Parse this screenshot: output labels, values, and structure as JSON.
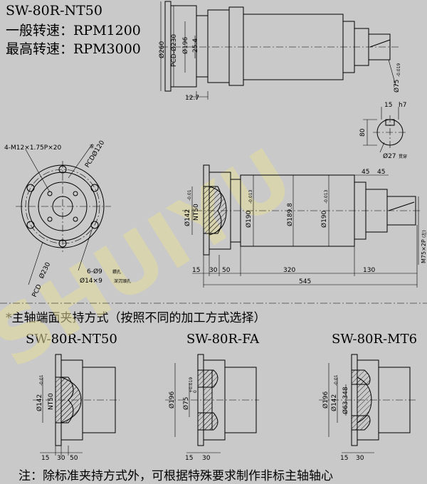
{
  "title": {
    "model": "SW-80R-NT50",
    "general_speed_label": "一般转速：RPM1200",
    "max_speed_label": "最高转速：RPM3000"
  },
  "top_view": {
    "dims": [
      "Ø260",
      "PCD-Ø230",
      "Ø196",
      "25.4",
      "12.7",
      "Ø75",
      "-0.019",
      "15",
      "h7",
      "80",
      "Ø27",
      "贯穿"
    ]
  },
  "flange_view": {
    "labels": [
      "4-M12×1.75P×20",
      "深",
      "PCDØ120",
      "PCD",
      "Ø230",
      "6-Ø9",
      "鑽孔",
      "Ø14×9",
      "深沉頭孔"
    ]
  },
  "side_view": {
    "dims": [
      "Ø142",
      "-0.01",
      "NT50",
      "Ø190",
      "-0.013",
      "Ø189.8",
      "Ø190",
      "-0.013",
      "45",
      "45",
      "M75×2P",
      "(左)",
      "15",
      "30",
      "50",
      "320",
      "130",
      "545"
    ]
  },
  "clamping_section": {
    "heading": "*主轴端面夹持方式（按照不同的加工方式选择）",
    "options": [
      {
        "name": "SW-80R-NT50",
        "dims": [
          "Ø142",
          "-0.01",
          "NT50",
          "15",
          "30",
          "50"
        ]
      },
      {
        "name": "SW-80R-FA",
        "dims": [
          "Ø196",
          "Ø75",
          "+0.019",
          "0",
          "15",
          "30"
        ]
      },
      {
        "name": "SW-80R-MT6",
        "dims": [
          "Ø196",
          "Ø142",
          "-0.01",
          "Ø63.348",
          "15",
          "30"
        ]
      }
    ]
  },
  "note": "注：除标准夹持方式外，可根据特殊要求制作非标主轴轴心",
  "watermark": "SHUIYU"
}
